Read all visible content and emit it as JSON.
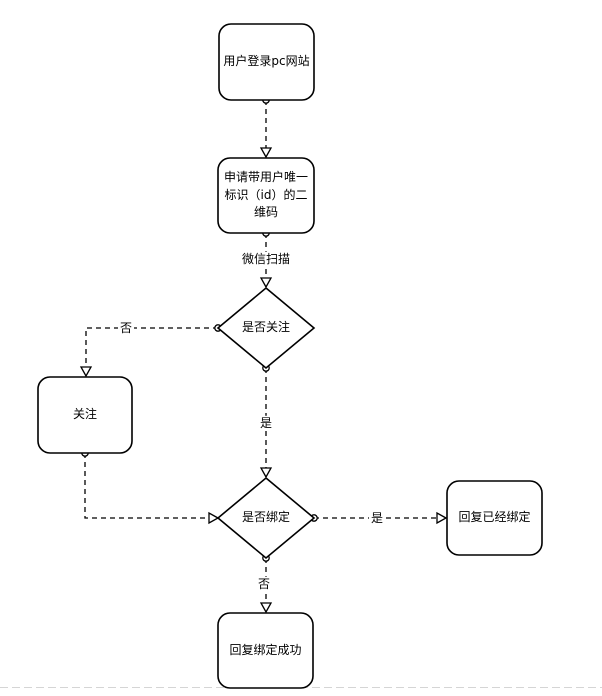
{
  "diagram": {
    "nodes": {
      "login": {
        "label": "用户登录pc网站"
      },
      "qrcode": {
        "label": "申请带用户唯一标识（id）的二维码"
      },
      "follow_check": {
        "label": "是否关注"
      },
      "follow": {
        "label": "关注"
      },
      "bind_check": {
        "label": "是否绑定"
      },
      "reply_bound": {
        "label": "回复已经绑定"
      },
      "reply_success": {
        "label": "回复绑定成功"
      }
    },
    "edge_labels": {
      "scan": "微信扫描",
      "follow_no": "否",
      "follow_yes": "是",
      "bind_yes": "是",
      "bind_no": "否"
    },
    "colors": {
      "stroke": "#000000",
      "node_fill": "#ffffff",
      "background": "#ffffff",
      "page_divider": "#d5d5d5"
    }
  }
}
